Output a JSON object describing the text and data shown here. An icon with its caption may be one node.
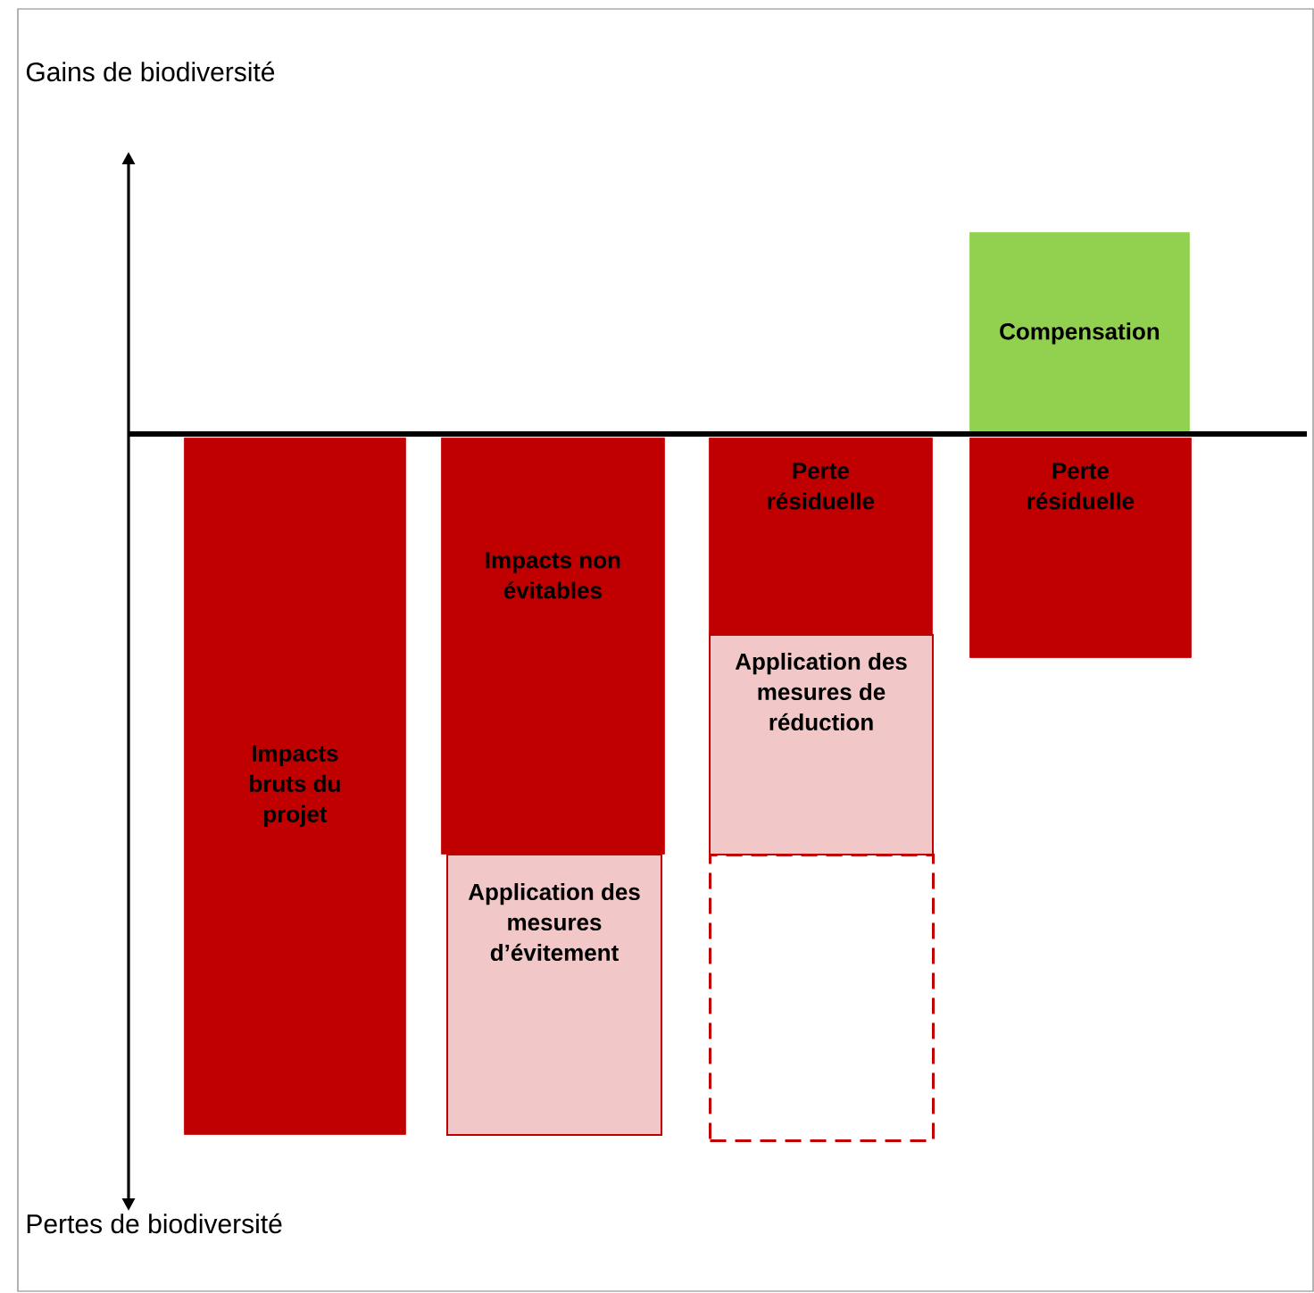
{
  "diagram": {
    "nodes": [
      {
        "text": [
          "Impacts bruts du projet"
        ]
      },
      {
        "text": [
          "Impacts non évitables"
        ]
      },
      {
        "text": [
          "Application des mesures d’évitement"
        ]
      },
      {
        "text": [
          "Perte résiduelle"
        ]
      },
      {
        "text": [
          "Application des mesures de réduction"
        ]
      },
      {
        "text": [],
        "shape": "box"
      },
      {
        "text": [
          "Compensation"
        ]
      },
      {
        "text": [
          "Perte résiduelle"
        ]
      }
    ],
    "labels": [
      "Gains de biodiversité",
      "Pertes de biodiversité"
    ]
  }
}
